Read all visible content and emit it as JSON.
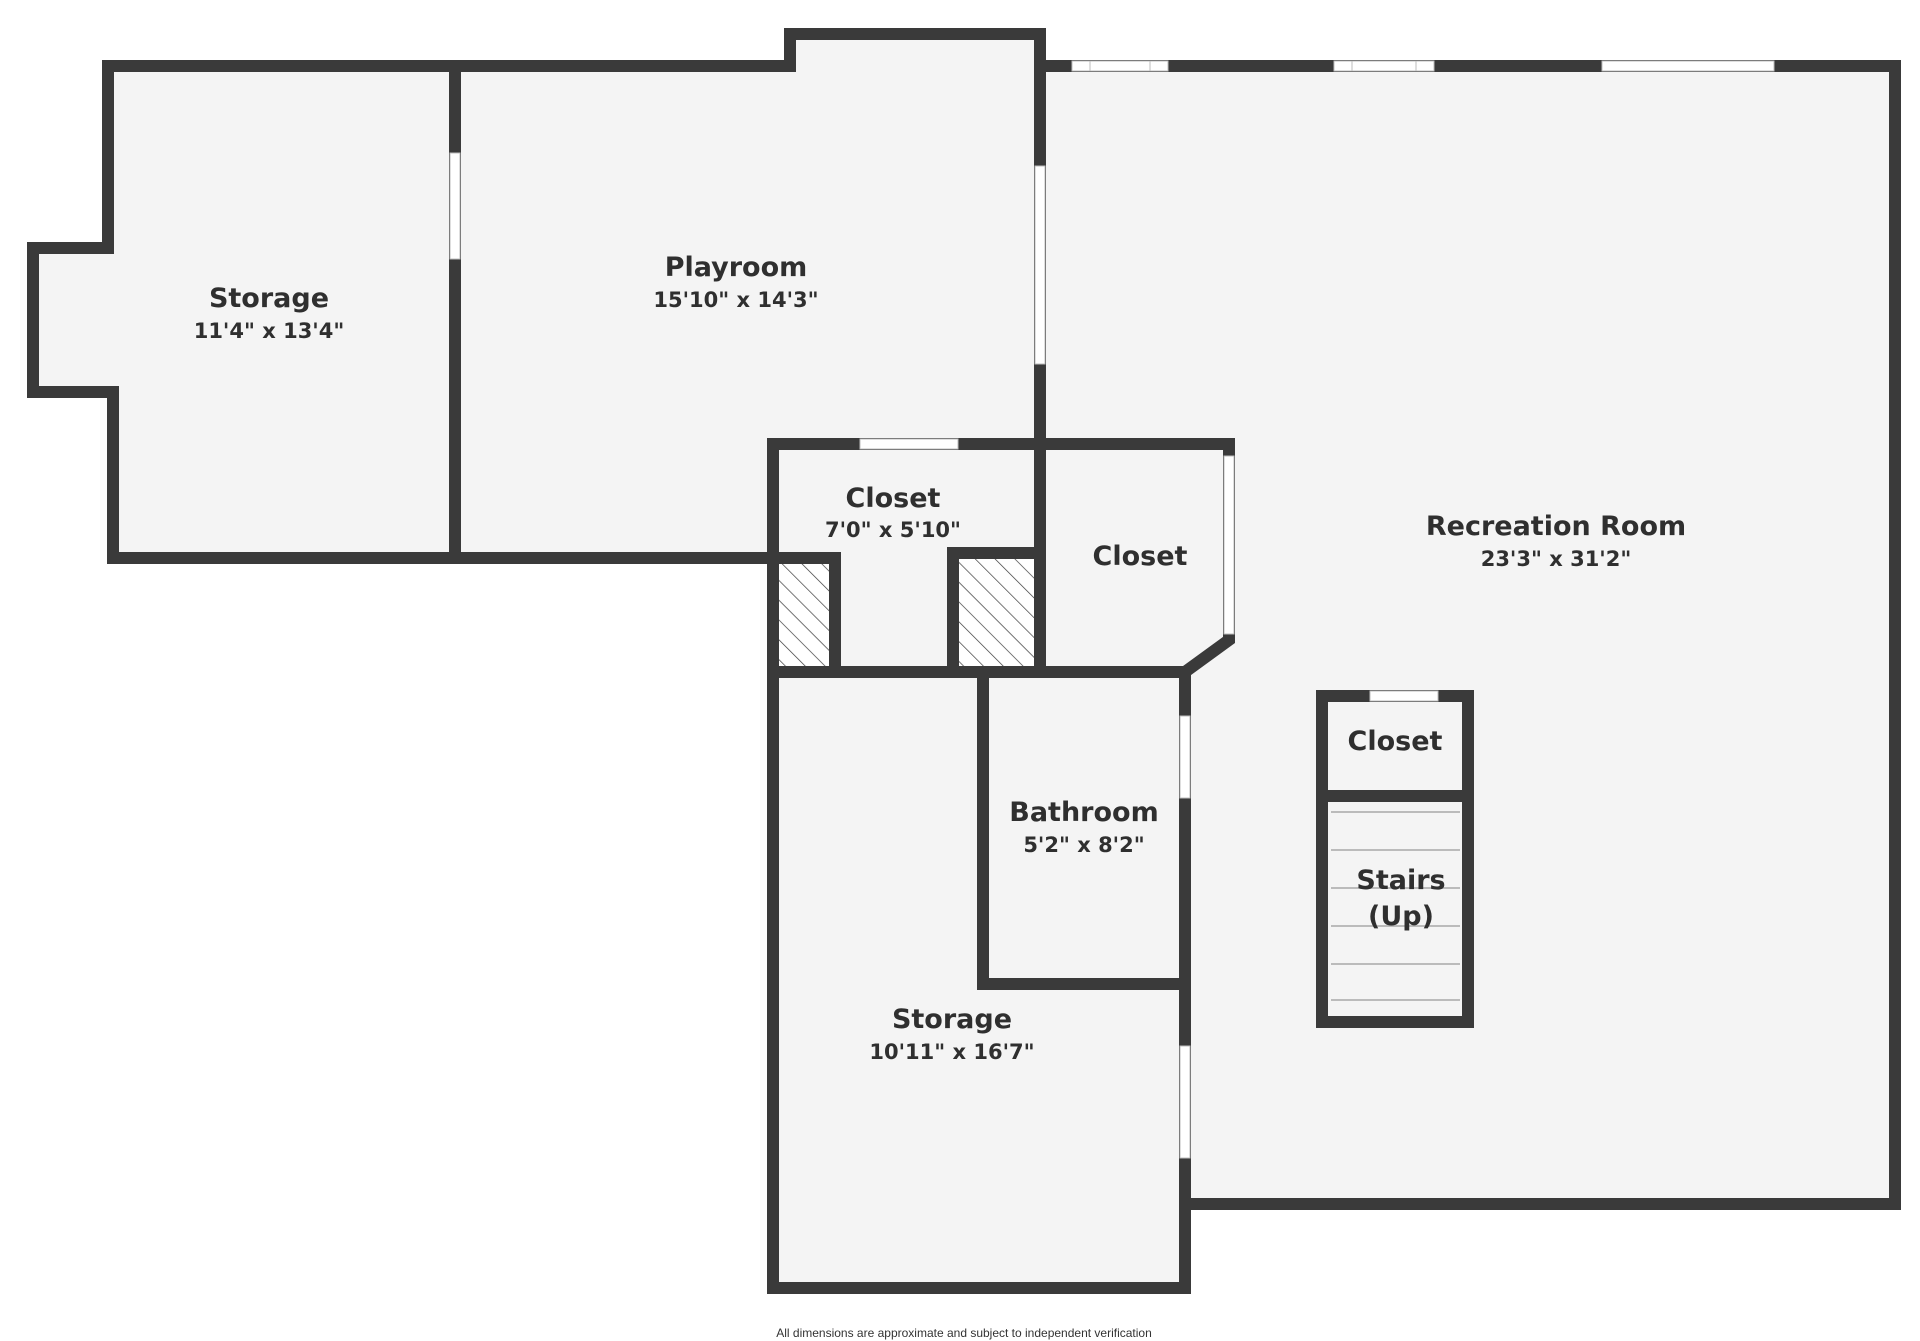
{
  "colors": {
    "wall": "#3a3a3a",
    "floor": "#f4f4f4",
    "background": "#ffffff",
    "window": "#ffffff",
    "hatch": "#3a3a3a",
    "text": "#2f2f2f"
  },
  "rooms": {
    "storage_west": {
      "name": "Storage",
      "dims": "11'4\" x 13'4\""
    },
    "playroom": {
      "name": "Playroom",
      "dims": "15'10\" x 14'3\""
    },
    "closet_center": {
      "name": "Closet",
      "dims": "7'0\" x 5'10\""
    },
    "closet_east": {
      "name": "Closet"
    },
    "recreation_room": {
      "name": "Recreation Room",
      "dims": "23'3\" x 31'2\""
    },
    "closet_stair": {
      "name": "Closet"
    },
    "stairs": {
      "name_line1": "Stairs",
      "name_line2": "(Up)"
    },
    "bathroom": {
      "name": "Bathroom",
      "dims": "5'2\" x 8'2\""
    },
    "storage_south": {
      "name": "Storage",
      "dims": "10'11\" x 16'7\""
    }
  },
  "footer": {
    "disclaimer": "All dimensions are approximate and subject to independent verification"
  }
}
